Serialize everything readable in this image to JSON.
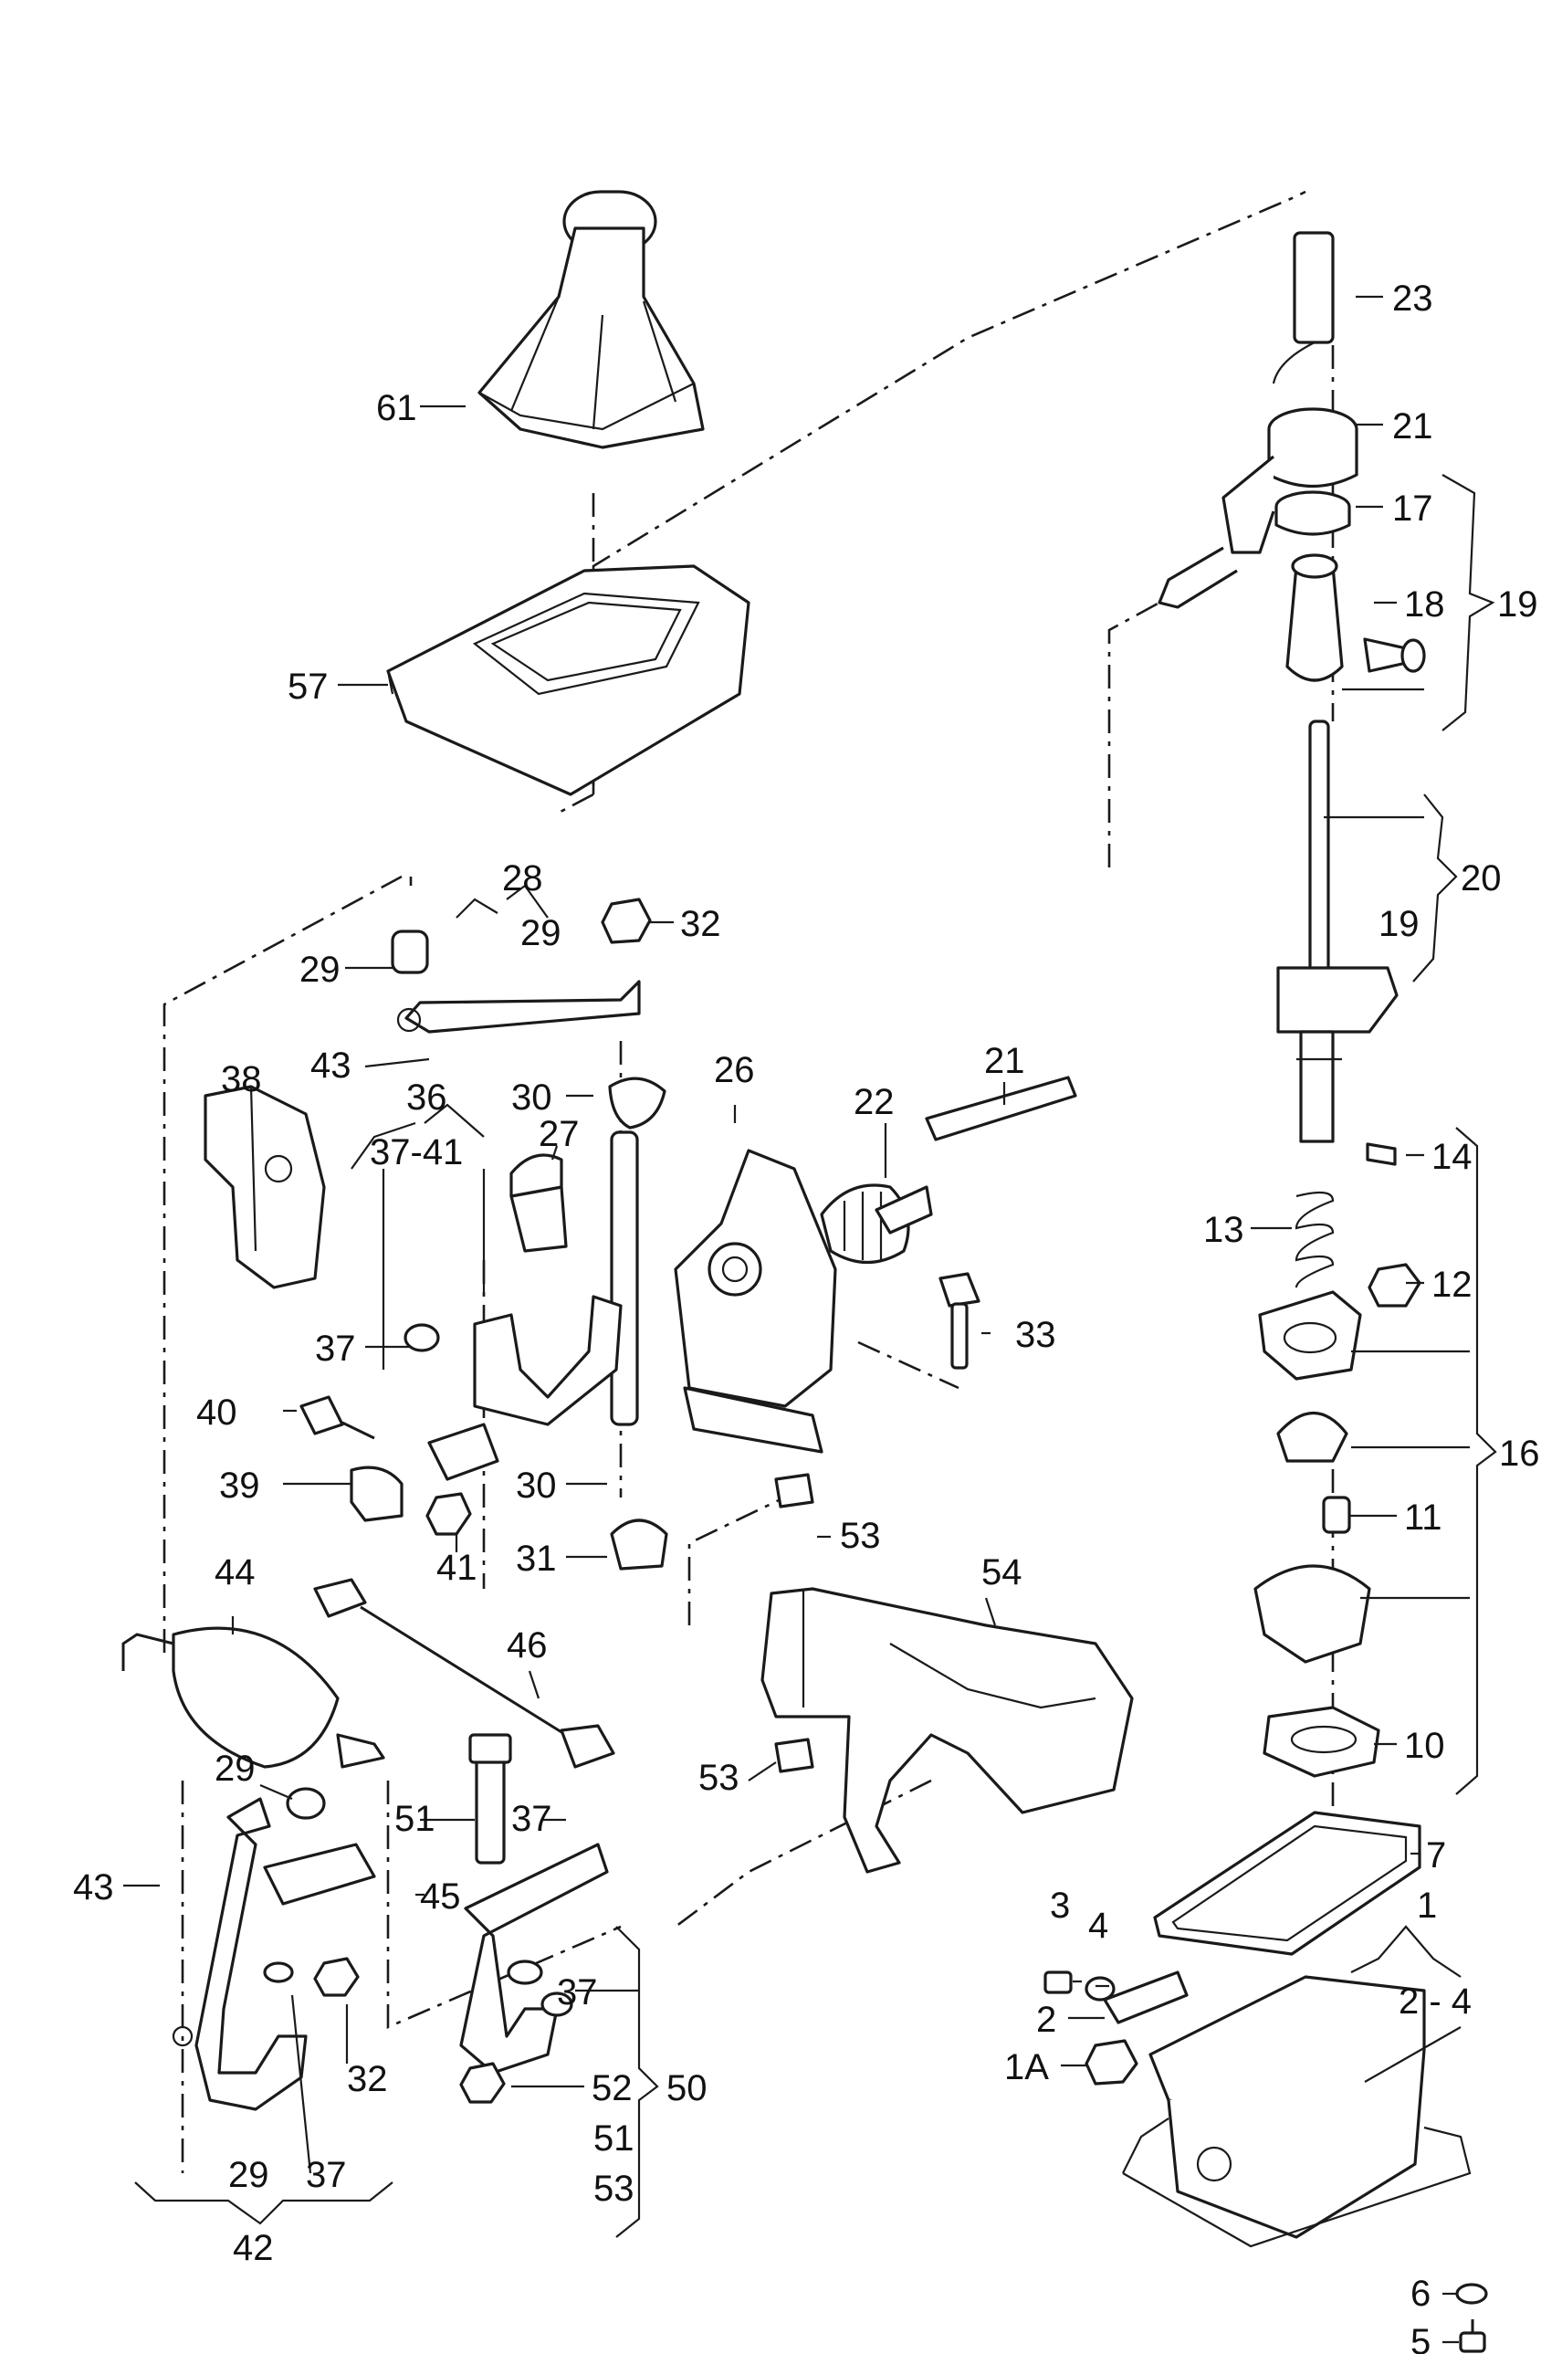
{
  "labels": {
    "p1": "1",
    "p1A": "1A",
    "p2": "2",
    "p2_4": "2 - 4",
    "p3": "3",
    "p4": "4",
    "p5": "5",
    "p6": "6",
    "p7": "7",
    "p10": "10",
    "p11": "11",
    "p12": "12",
    "p13": "13",
    "p14": "14",
    "p16": "16",
    "p17": "17",
    "p18": "18",
    "p19a": "19",
    "p19b": "19",
    "p20": "20",
    "p21a": "21",
    "p21b": "21",
    "p22": "22",
    "p23": "23",
    "p26": "26",
    "p27": "27",
    "p28": "28",
    "p29a": "29",
    "p29b": "29",
    "p29c": "29",
    "p29d": "29",
    "p30a": "30",
    "p30b": "30",
    "p31": "31",
    "p32a": "32",
    "p32b": "32",
    "p33": "33",
    "p36": "36",
    "p37_41": "37-41",
    "p37a": "37",
    "p37b": "37",
    "p37c": "37",
    "p37d": "37",
    "p38": "38",
    "p39": "39",
    "p40": "40",
    "p41": "41",
    "p42": "42",
    "p43a": "43",
    "p43b": "43",
    "p44": "44",
    "p45": "45",
    "p46": "46",
    "p50": "50",
    "p51a": "51",
    "p51b": "51",
    "p52": "52",
    "p53a": "53",
    "p53b": "53",
    "p53c": "53",
    "p54": "54",
    "p57": "57",
    "p61": "61"
  }
}
